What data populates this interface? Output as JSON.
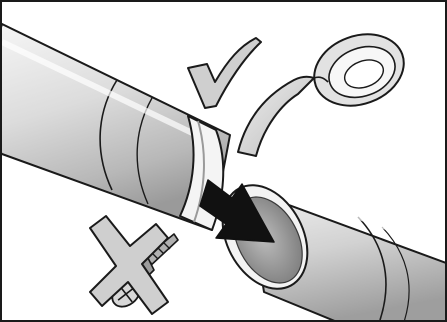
{
  "illustration": {
    "icons": {
      "approved": "checkmark-icon",
      "tool": "adhesive-tape-roll",
      "direction": "insertion-arrow",
      "forbidden": "cross-icon",
      "forbidden_item": "screw"
    },
    "colors": {
      "outline": "#1a1a1a",
      "pipe_light": "#e4e4e4",
      "pipe_mid": "#c4c4c4",
      "pipe_dark": "#8c8c8c",
      "arrow": "#111111",
      "mark_fill": "#d0d0d0"
    }
  }
}
